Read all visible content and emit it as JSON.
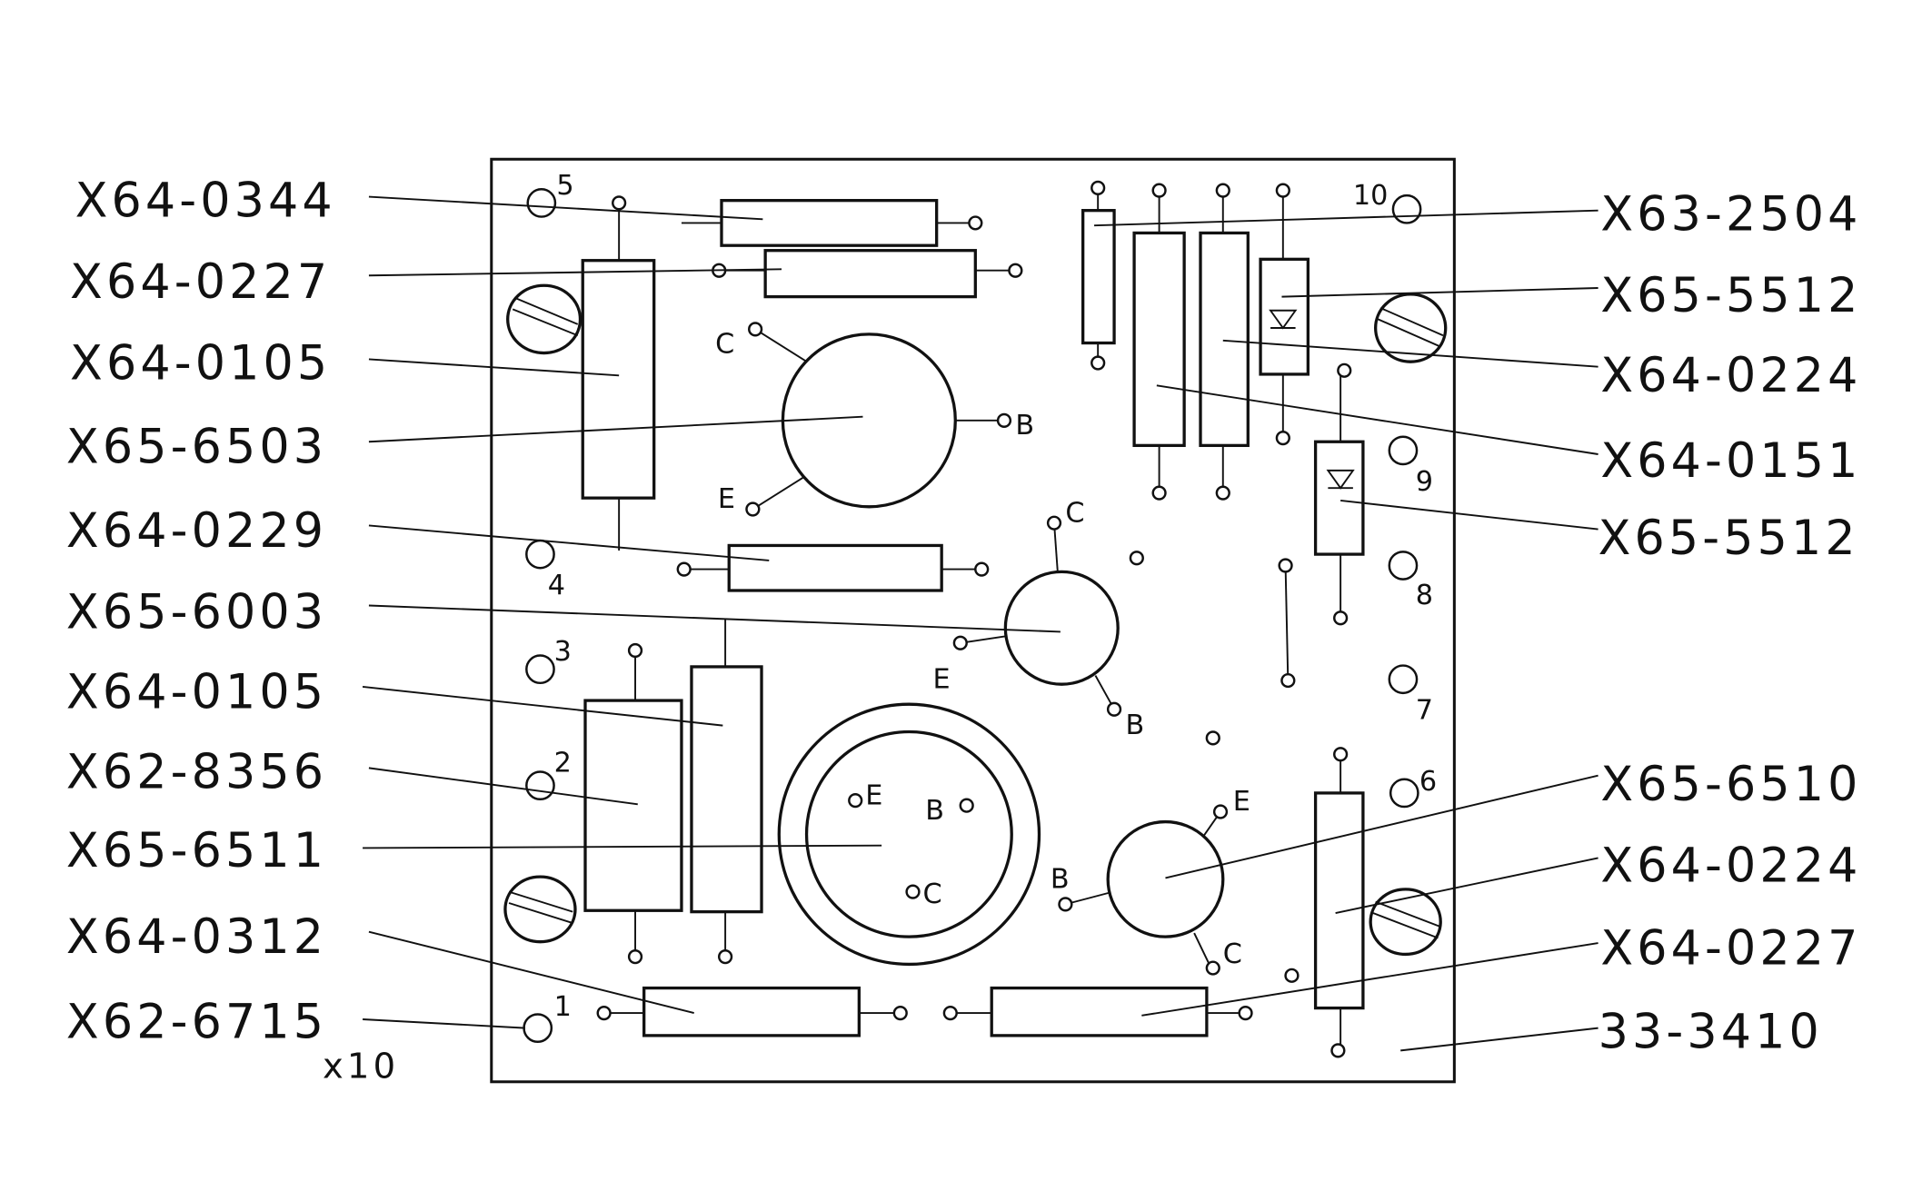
{
  "left_labels": [
    "X64-0344",
    "X64-0227",
    "X64-0105",
    "X65-6503",
    "X64-0229",
    "X65-6003",
    "X64-0105",
    "X62-8356",
    "X65-6511",
    "X64-0312",
    "X62-6715"
  ],
  "multiplier": "x10",
  "right_labels": [
    "X63-2504",
    "X65-5512",
    "X64-0224",
    "X64-0151",
    "X65-5512",
    "X65-6510",
    "X64-0224",
    "X64-0227",
    "33-3410"
  ],
  "terminal_numbers": [
    "1",
    "2",
    "3",
    "4",
    "5",
    "6",
    "7",
    "8",
    "9",
    "10"
  ],
  "transistor_pins": {
    "emitter": "E",
    "base": "B",
    "collector": "C"
  }
}
